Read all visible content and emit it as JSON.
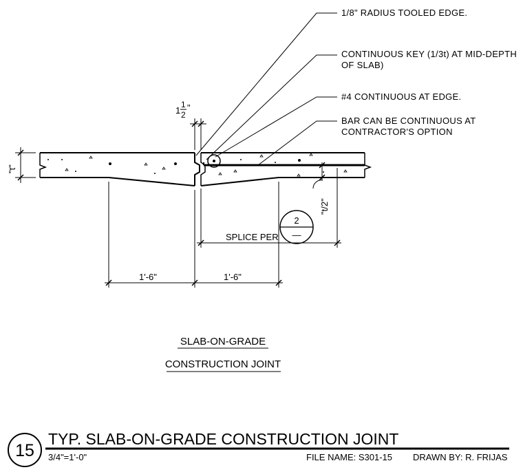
{
  "notes": {
    "tooled_edge": "1/8\" RADIUS TOOLED EDGE.",
    "key_line1": "CONTINUOUS KEY (1/3t) AT MID-DEPTH",
    "key_line2": "OF SLAB)",
    "bar_edge": "#4 CONTINUOUS AT EDGE.",
    "bar_cont_line1": "BAR CAN BE CONTINUOUS AT",
    "bar_cont_line2": "CONTRACTOR'S OPTION"
  },
  "dimensions": {
    "gap_whole": "1",
    "gap_num": "1",
    "gap_den": "2",
    "gap_unit": "\"",
    "thickness": "\"t\"",
    "half_thickness": "\"t/2\"",
    "splice": "SPLICE PER",
    "left_run": "1'-6\"",
    "right_run": "1'-6\""
  },
  "section_ref": {
    "number": "2",
    "sheet": "—"
  },
  "caption": {
    "line1": "SLAB-ON-GRADE",
    "line2": "CONSTRUCTION JOINT"
  },
  "title_block": {
    "detail_number": "15",
    "title": "TYP. SLAB-ON-GRADE CONSTRUCTION JOINT",
    "scale": "3/4\"=1'-0\"",
    "file_name": "FILE NAME: S301-15",
    "drawn_by": "DRAWN BY:  R. FRIJAS"
  }
}
